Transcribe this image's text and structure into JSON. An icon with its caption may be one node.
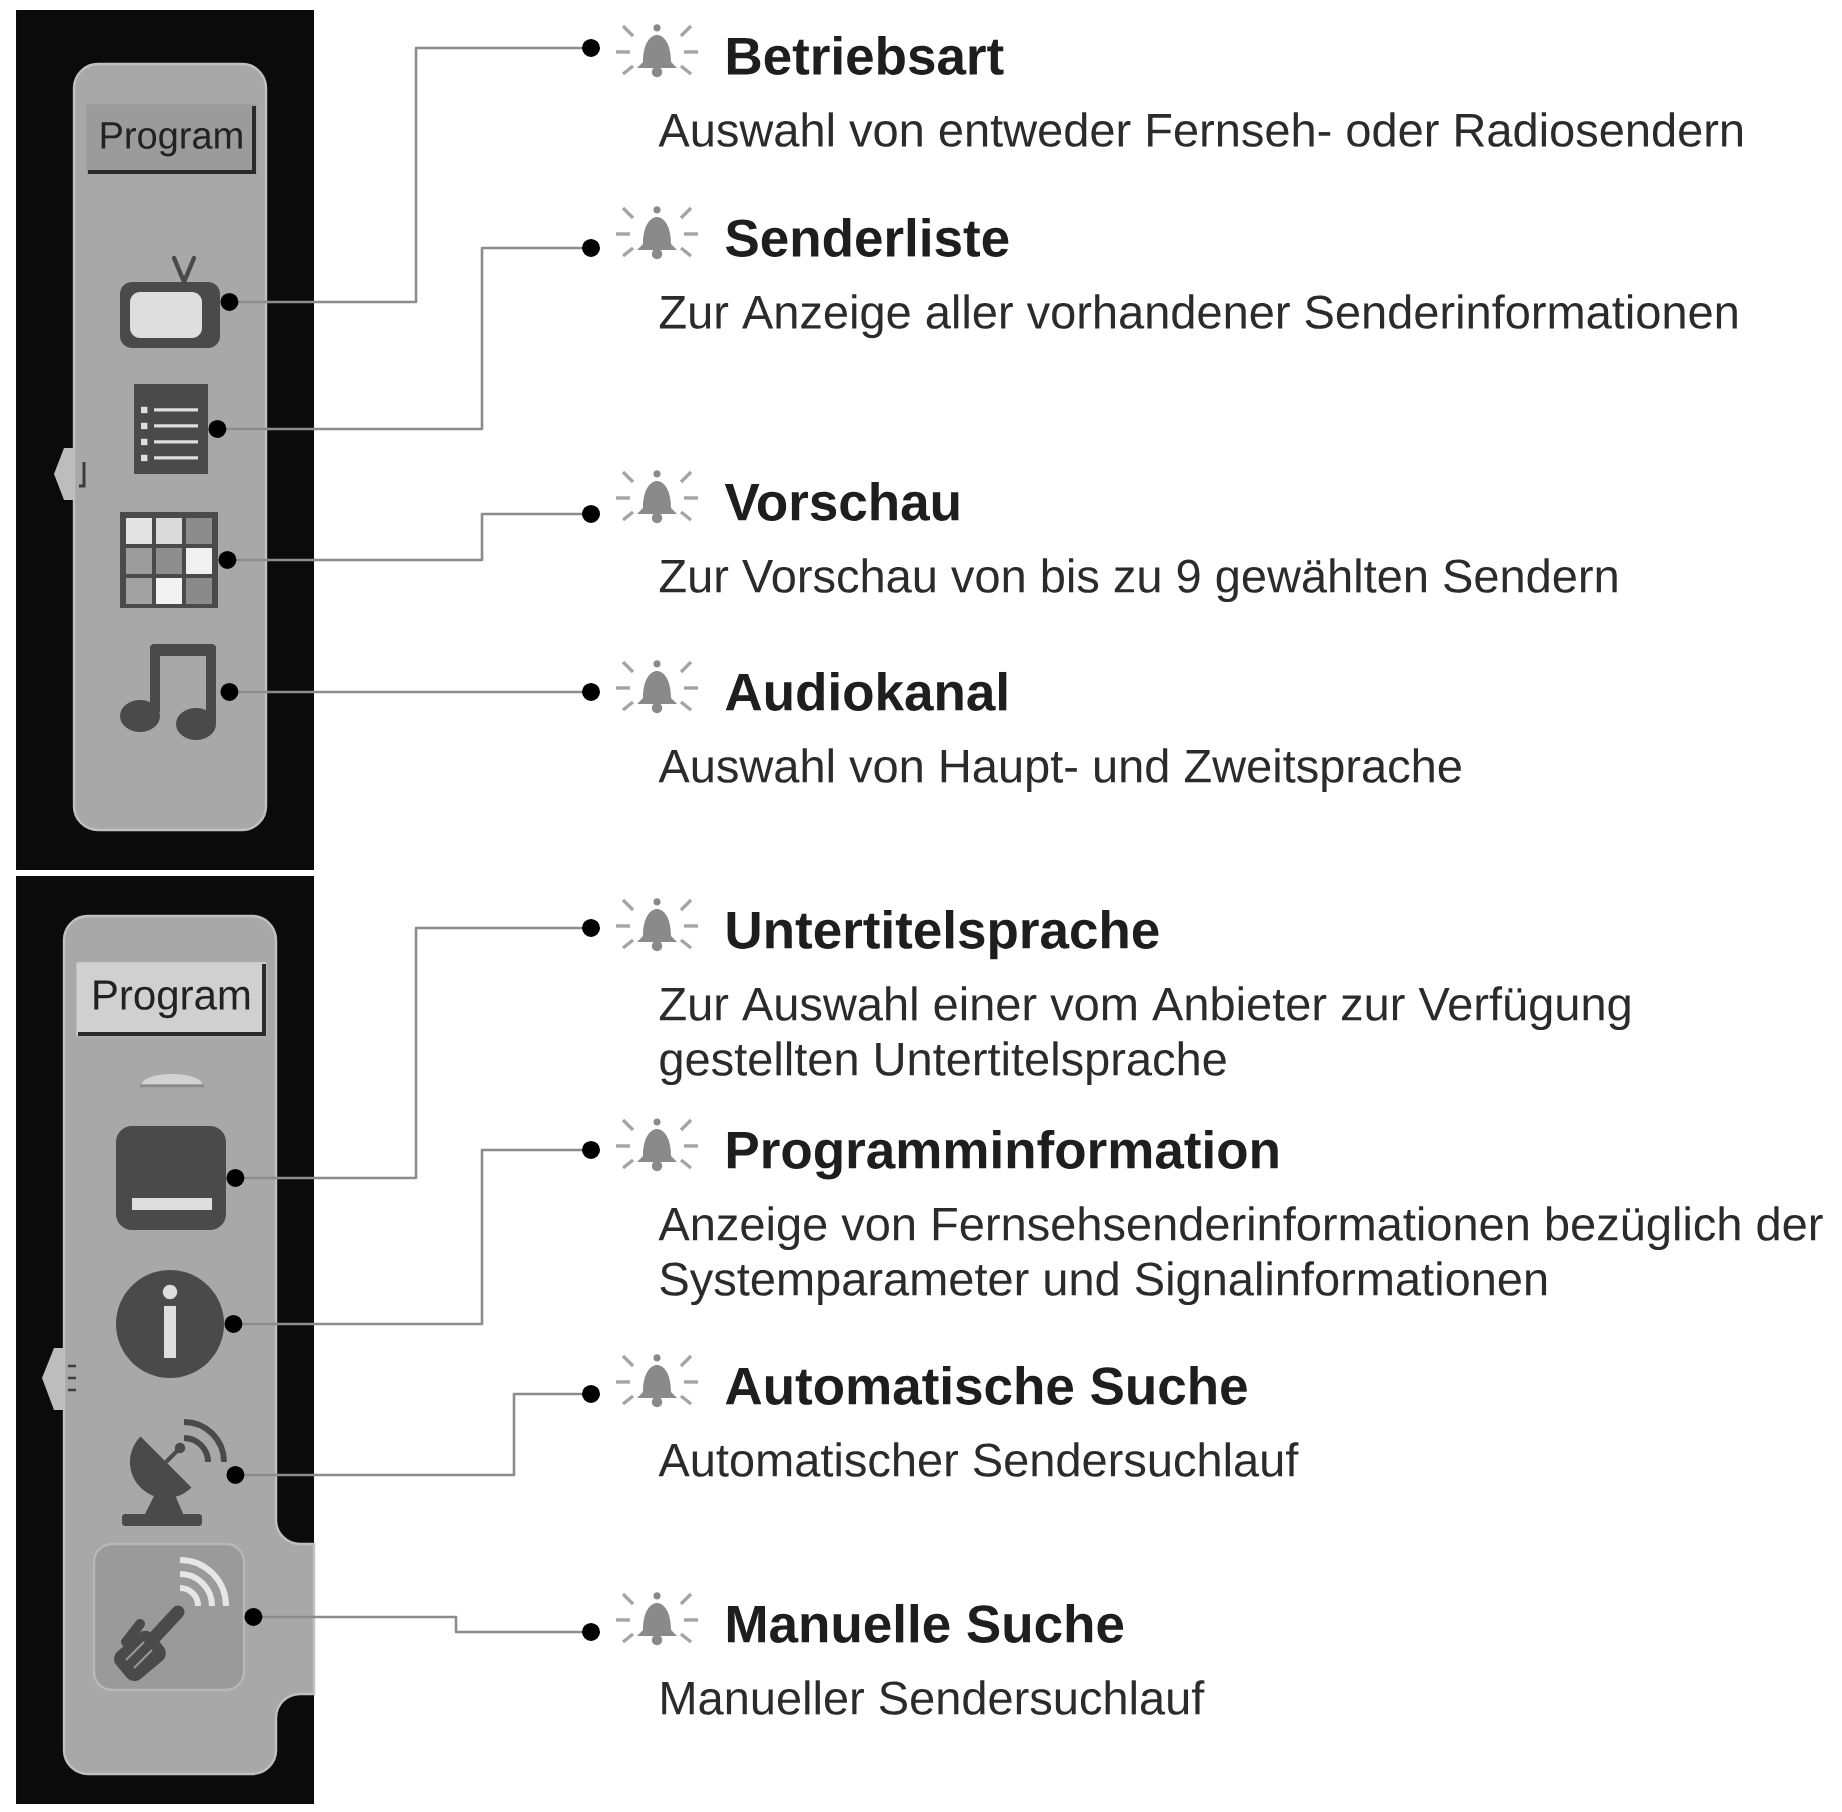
{
  "diagram": {
    "nodes": [
      {
        "text": [
          "Program"
        ]
      },
      {
        "text": [],
        "shape": "picture",
        "in": 0
      },
      {
        "text": [],
        "shape": "picture",
        "in": 0
      },
      {
        "text": [],
        "shape": "picture",
        "in": 0
      },
      {
        "text": [],
        "shape": "picture",
        "in": 0
      },
      {
        "text": [
          "Betriebsart",
          "Auswahl von entweder Fernseh- oder Radiosendern"
        ]
      },
      {
        "text": [
          "Senderliste",
          "Zur Anzeige aller vorhandener Senderinformationen"
        ]
      },
      {
        "text": [
          "Vorschau",
          "Zur Vorschau von bis zu 9 gewählten Sendern"
        ]
      },
      {
        "text": [
          "Audiokanal",
          "Auswahl von Haupt- und Zweitsprache"
        ]
      },
      {
        "text": [
          "Program"
        ]
      },
      {
        "text": [],
        "shape": "picture",
        "in": 9
      },
      {
        "text": [],
        "shape": "picture",
        "in": 9
      },
      {
        "text": [],
        "shape": "picture",
        "in": 9
      },
      {
        "text": [],
        "shape": "picture",
        "in": 9
      },
      {
        "text": [
          "Untertitelsprache",
          "Zur Auswahl einer vom Anbieter zur Verfügung gestellten Untertitelsprache"
        ]
      },
      {
        "text": [
          "Programminformation",
          "Anzeige von Fernsehsenderinformationen bezüglich der Systemparameter und Signalinformationen"
        ]
      },
      {
        "text": [
          "Automatische Suche",
          "Automatischer Sendersuchlauf"
        ]
      },
      {
        "text": [
          "Manuelle Suche",
          "Manueller Sendersuchlauf"
        ]
      }
    ],
    "edges": [
      {
        "from": 1,
        "to": 5,
        "arrow": "other"
      },
      {
        "from": 2,
        "to": 6,
        "arrow": "other"
      },
      {
        "from": 3,
        "to": 7,
        "arrow": "other"
      },
      {
        "from": 4,
        "to": 8,
        "arrow": "other"
      },
      {
        "from": 10,
        "to": 14,
        "arrow": "other"
      },
      {
        "from": 11,
        "to": 15,
        "arrow": "other"
      },
      {
        "from": 12,
        "to": 16,
        "arrow": "other"
      },
      {
        "from": 13,
        "to": 17,
        "arrow": "other"
      }
    ]
  }
}
